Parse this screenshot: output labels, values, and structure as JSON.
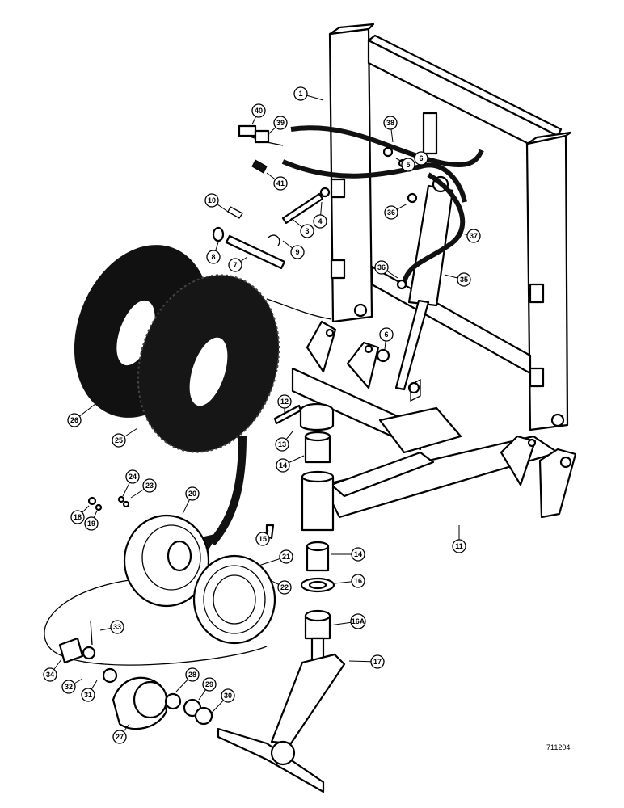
{
  "figure_ref": "711204",
  "callouts": [
    {
      "id": "1",
      "label": "1"
    },
    {
      "id": "3",
      "label": "3"
    },
    {
      "id": "4",
      "label": "4"
    },
    {
      "id": "5",
      "label": "5"
    },
    {
      "id": "6a",
      "label": "6"
    },
    {
      "id": "6b",
      "label": "6"
    },
    {
      "id": "7",
      "label": "7"
    },
    {
      "id": "8",
      "label": "8"
    },
    {
      "id": "9",
      "label": "9"
    },
    {
      "id": "10",
      "label": "10"
    },
    {
      "id": "11",
      "label": "11"
    },
    {
      "id": "12",
      "label": "12"
    },
    {
      "id": "13",
      "label": "13"
    },
    {
      "id": "14a",
      "label": "14"
    },
    {
      "id": "14b",
      "label": "14"
    },
    {
      "id": "15",
      "label": "15"
    },
    {
      "id": "16",
      "label": "16"
    },
    {
      "id": "16A",
      "label": "16A"
    },
    {
      "id": "17",
      "label": "17"
    },
    {
      "id": "18",
      "label": "18"
    },
    {
      "id": "19",
      "label": "19"
    },
    {
      "id": "20",
      "label": "20"
    },
    {
      "id": "21",
      "label": "21"
    },
    {
      "id": "22",
      "label": "22"
    },
    {
      "id": "23",
      "label": "23"
    },
    {
      "id": "24",
      "label": "24"
    },
    {
      "id": "25",
      "label": "25"
    },
    {
      "id": "26",
      "label": "26"
    },
    {
      "id": "27",
      "label": "27"
    },
    {
      "id": "28",
      "label": "28"
    },
    {
      "id": "29",
      "label": "29"
    },
    {
      "id": "30",
      "label": "30"
    },
    {
      "id": "31",
      "label": "31"
    },
    {
      "id": "32",
      "label": "32"
    },
    {
      "id": "33",
      "label": "33"
    },
    {
      "id": "34",
      "label": "34"
    },
    {
      "id": "35",
      "label": "35"
    },
    {
      "id": "36a",
      "label": "36"
    },
    {
      "id": "36b",
      "label": "36"
    },
    {
      "id": "37",
      "label": "37"
    },
    {
      "id": "38",
      "label": "38"
    },
    {
      "id": "39",
      "label": "39"
    },
    {
      "id": "40",
      "label": "40"
    },
    {
      "id": "41",
      "label": "41"
    }
  ]
}
